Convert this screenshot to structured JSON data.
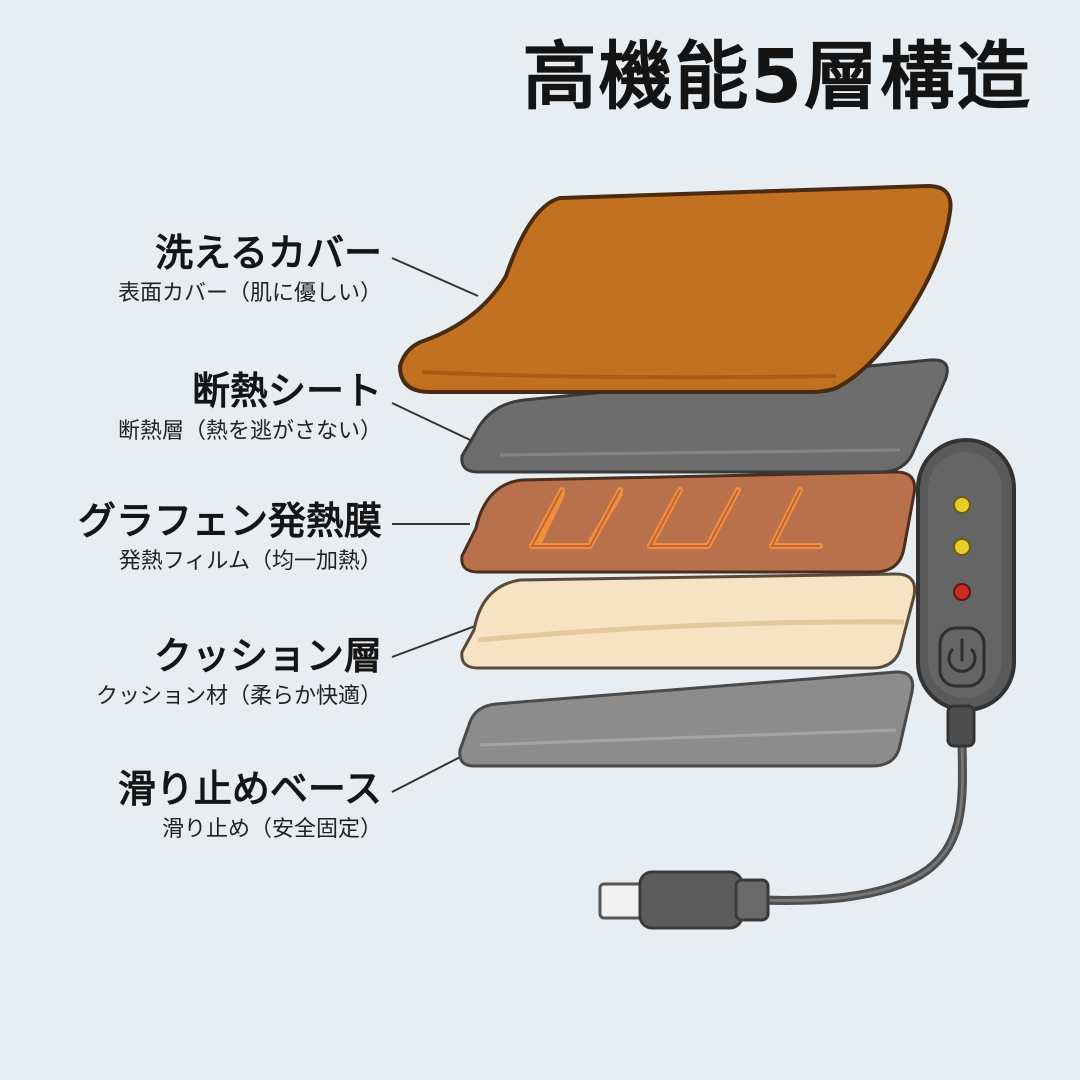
{
  "title": "高機能5層構造",
  "layers": [
    {
      "name": "洗えるカバー",
      "sub": "表面カバー（肌に優しい）",
      "color": "#c27120"
    },
    {
      "name": "断熱シート",
      "sub": "断熱層（熱を逃がさない）",
      "color": "#6d6d6d"
    },
    {
      "name": "グラフェン発熱膜",
      "sub": "発熱フィルム（均一加熱）",
      "color": "#b8714a"
    },
    {
      "name": "クッション層",
      "sub": "クッション材（柔らか快適）",
      "color": "#f5e3c4"
    },
    {
      "name": "滑り止めベース",
      "sub": "滑り止め（安全固定）",
      "color": "#8a8a8a"
    }
  ],
  "controller": {
    "indicators": [
      {
        "icon": "yellow-led-icon",
        "color": "#e9cc2a"
      },
      {
        "icon": "yellow-led-icon",
        "color": "#e9cc2a"
      },
      {
        "icon": "red-led-icon",
        "color": "#cc2b1d"
      }
    ],
    "power_icon": "power-icon"
  },
  "connector_icon": "usb-plug-icon"
}
